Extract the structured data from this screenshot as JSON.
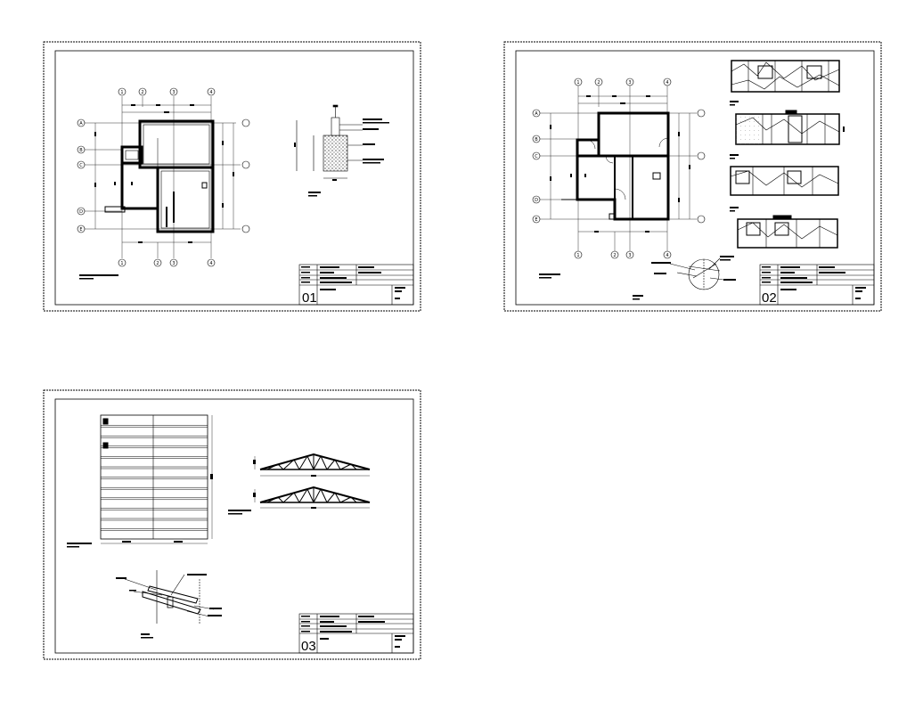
{
  "sheets": [
    {
      "number": "01",
      "grid_top": [
        "1",
        "2",
        "3",
        "4"
      ],
      "grid_bottom": [
        "1",
        "2",
        "3",
        "4"
      ],
      "grid_side": [
        "A",
        "B",
        "C",
        "D",
        "E"
      ]
    },
    {
      "number": "02",
      "grid_top": [
        "1",
        "2",
        "3",
        "4"
      ],
      "grid_bottom": [
        "1",
        "2",
        "3",
        "4"
      ],
      "grid_side": [
        "A",
        "B",
        "C",
        "D",
        "E"
      ]
    },
    {
      "number": "03"
    }
  ],
  "colors": {
    "line": "#000000",
    "paper": "#ffffff",
    "hatch": "#888888"
  }
}
